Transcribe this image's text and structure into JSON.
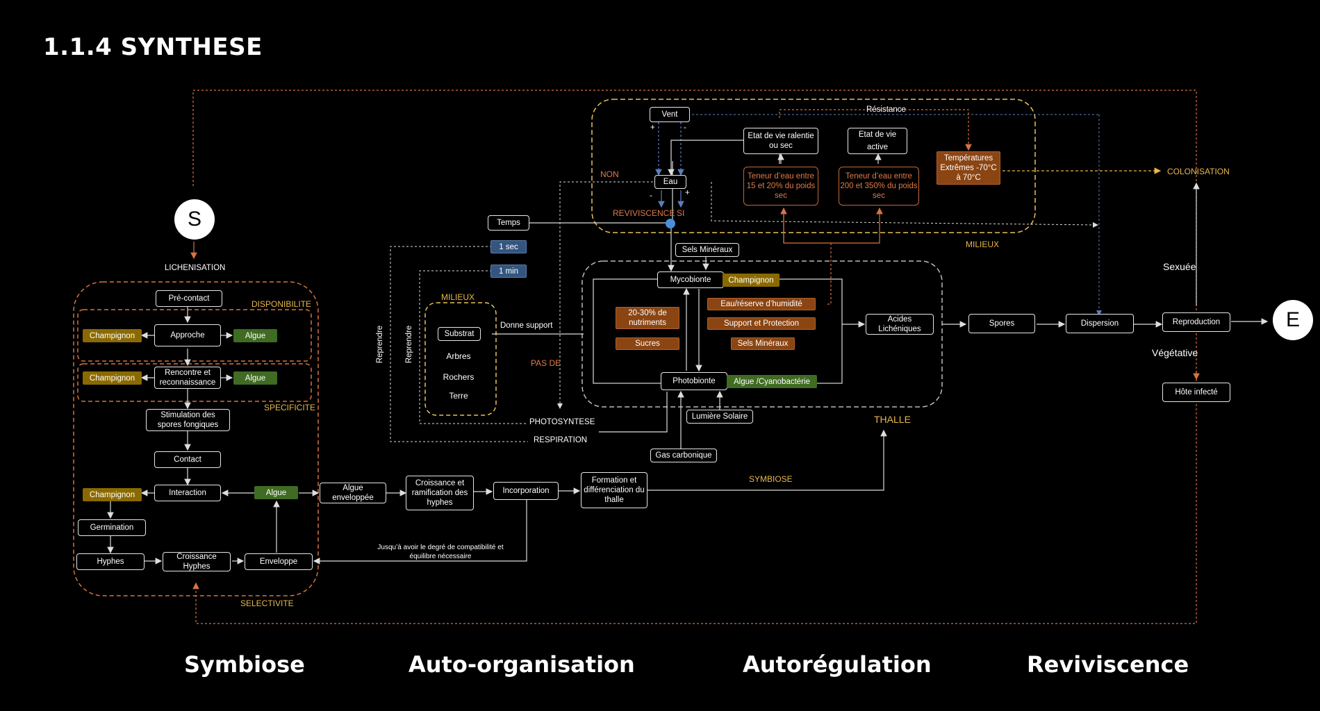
{
  "title": "1.1.4 SYNTHESE",
  "start_node": "S",
  "end_node": "E",
  "sections": {
    "disponibilite": "DISPONIBILITE",
    "specificite": "SPECIFICITE",
    "selectivite": "SELECTIVITE",
    "milieux_right": "MILIEUX",
    "thalle": "THALLE",
    "milieux_left": "MILIEUX"
  },
  "labels": {
    "lichenisation": "LICHENISATION",
    "non": "NON",
    "si": "SI",
    "reviviscence": "REVIVISCENCE",
    "pas_de": "PAS DE",
    "resistance": "Résistance",
    "colonisation": "COLONISATION",
    "sexuee": "Sexuée",
    "vegetative": "Végétative",
    "symbiose": "SYMBIOSE",
    "photosyntese": "PHOTOSYNTESE",
    "respiration": "RESPIRATION",
    "donne_support": "Donne support",
    "reprendre1": "Reprendre",
    "reprendre2": "Reprendre",
    "jusqua": "Jusqu’à avoir le degré de compatibilité et équilibre nécessaire",
    "plus1": "+",
    "minus1": "-",
    "plus2": "+",
    "minus2": "-"
  },
  "left_nodes": {
    "pre_contact": "Pré-contact",
    "approche": "Approche",
    "champignon1": "Champignon",
    "algue1": "Algue",
    "rencontre": "Rencontre et reconnaissance",
    "champignon2": "Champignon",
    "algue2": "Algue",
    "stimulation": "Stimulation des spores fongiques",
    "contact": "Contact",
    "interaction": "Interaction",
    "champignon3": "Champignon",
    "algue3": "Algue",
    "germination": "Germination",
    "hyphes": "Hyphes",
    "croissance_hyphes": "Croissance Hyphes",
    "enveloppe": "Enveloppe"
  },
  "mid_nodes": {
    "algue_enveloppee": "Algue enveloppée",
    "croissance_ramification": "Croissance et ramification des hyphes",
    "incorporation": "Incorporation",
    "formation_thalle": "Formation et différenciation du thalle",
    "temps": "Temps",
    "sec1": "1 sec",
    "min1": "1 min",
    "substrat": "Substrat",
    "arbres": "Arbres",
    "rochers": "Rochers",
    "terre": "Terre"
  },
  "thalle_nodes": {
    "sels_mineraux_top": "Sels Minéraux",
    "mycobionte": "Mycobionte",
    "champignon": "Champignon",
    "nutriments": "20-30% de nutriments",
    "sucres": "Sucres",
    "eau_reserve": "Eau/réserve d’humidité",
    "support": "Support et Protection",
    "sels_mineraux": "Sels Minéraux",
    "photobionte": "Photobionte",
    "algue_cyano": "Algue /Cyanobactérie",
    "lumiere": "Lumière Solaire",
    "gas": "Gas carbonique",
    "acides": "Acides Lichéniques"
  },
  "milieu_nodes": {
    "vent": "Vent",
    "eau": "Eau",
    "etat_ralentie": "Etat de vie ralentie ou sec",
    "etat_active_1": "Etat de vie",
    "etat_active_2": "active",
    "teneur_15": "Teneur d’eau entre 15 et 20% du poids sec",
    "teneur_200": "Teneur d’eau entre 200 et 350% du poids sec",
    "temperatures": "Températures Extrêmes -70°C à 70°C"
  },
  "right_nodes": {
    "spores": "Spores",
    "dispersion": "Dispersion",
    "reproduction": "Reproduction",
    "hote": "Hôte infecté"
  },
  "bottom_titles": [
    "Symbiose",
    "Auto-organisation",
    "Autorégulation",
    "Reviviscence"
  ],
  "colors": {
    "background": "#000000",
    "olive": "#8a6a00",
    "green": "#3f6b22",
    "blue": "#34557e",
    "rust": "#8b4513",
    "orange_dashed": "#d9733f",
    "yellow_dashed": "#e8c35a"
  }
}
